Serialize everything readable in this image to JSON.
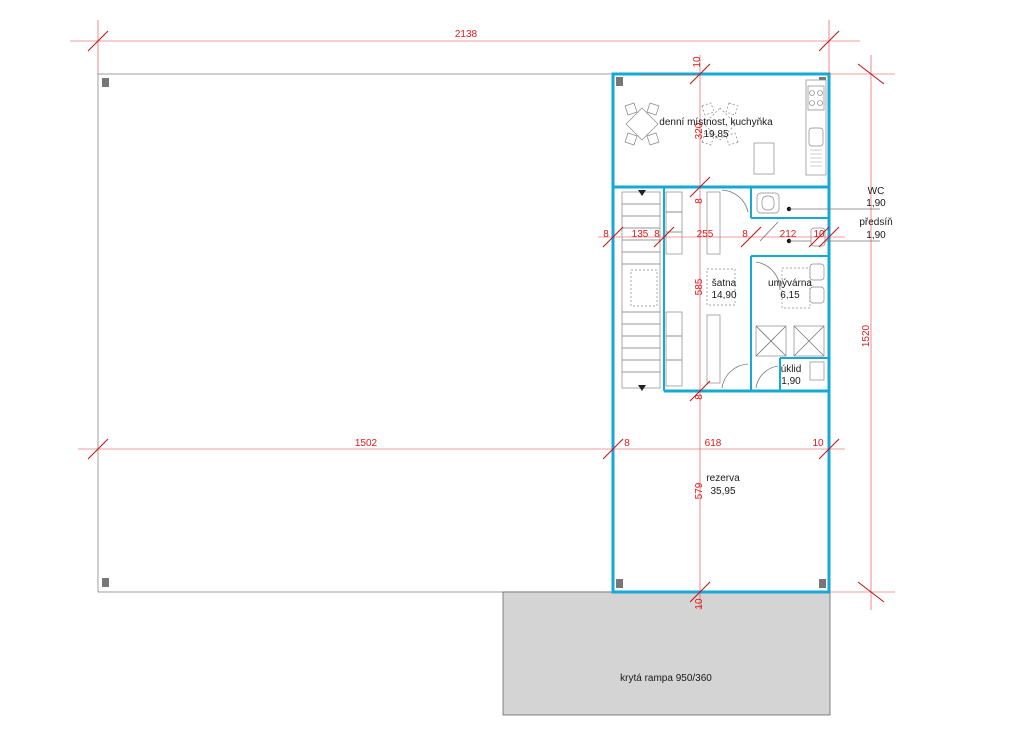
{
  "dimensions": {
    "top_total": "2138",
    "top_wall": "10",
    "kitchen_depth": "320",
    "kitchen_bottom_wall": "8",
    "left_wall": "8",
    "stair_width": "135",
    "stair_wall": "8",
    "corridor": "255",
    "mid_wall": "8",
    "wc_width": "212",
    "right_wall": "10",
    "middle_depth": "585",
    "middle_bottom_wall": "8",
    "hall_length": "1502",
    "rezerva_left_wall": "8",
    "building_width": "618",
    "rezerva_right_wall": "10",
    "rezerva_depth": "579",
    "bottom_wall": "10",
    "right_total": "1520"
  },
  "rooms": {
    "kitchen_name": "denní místnost, kuchyňka",
    "kitchen_area": "19,85",
    "wc_name": "WC",
    "wc_area": "1,90",
    "predsin_name": "předsíň",
    "predsin_area": "1,90",
    "satna_name": "šatna",
    "satna_area": "14,90",
    "umyvarna_name": "umývárna",
    "umyvarna_area": "6,15",
    "uklid_name": "úklid",
    "uklid_area": "1,90",
    "rezerva_name": "rezerva",
    "rezerva_area": "35,95",
    "rampa_label": "krytá rampa 950/360"
  },
  "colors": {
    "wall": "#16a9d6",
    "dimension": "#e01818",
    "rampa_fill": "#d4d4d4"
  }
}
